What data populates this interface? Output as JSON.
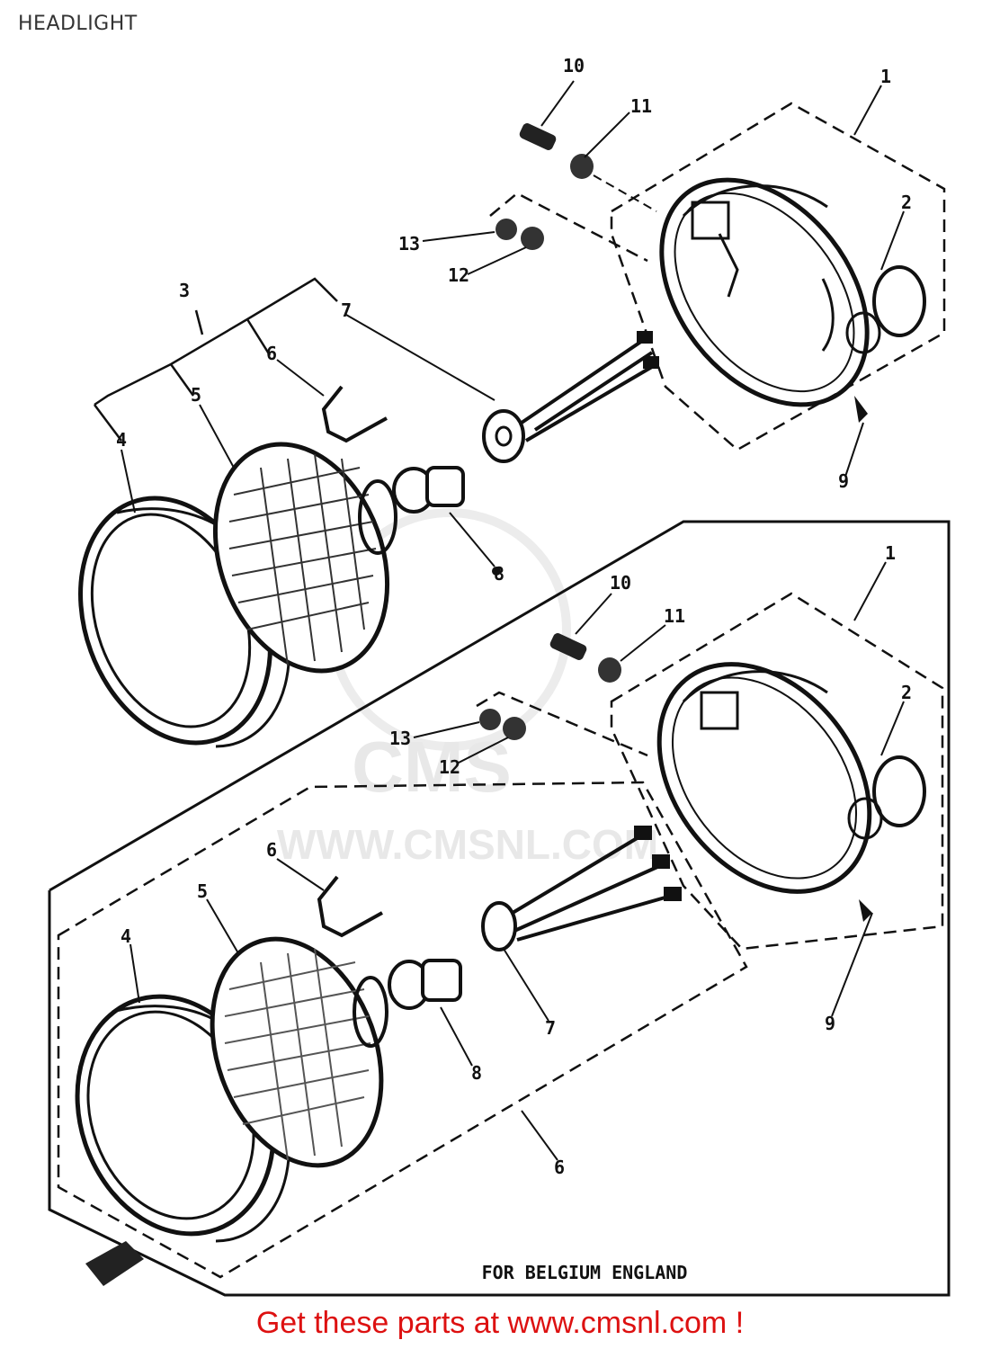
{
  "page": {
    "title": "HEADLIGHT",
    "footer": "Get these parts at www.cmsnl.com !"
  },
  "diagram": {
    "watermark": "WWW.CMSNL.COM",
    "watermark_logo": "CMS",
    "note": "FOR BELGIUM  ENGLAND",
    "upper_callouts": {
      "c1": "1",
      "c2": "2",
      "c3": "3",
      "c4": "4",
      "c5": "5",
      "c6": "6",
      "c7": "7",
      "c8": "8",
      "c9": "9",
      "c10": "10",
      "c11": "11",
      "c12": "12",
      "c13": "13"
    },
    "lower_callouts": {
      "c1": "1",
      "c2": "2",
      "c4": "4",
      "c5": "5",
      "c6": "6",
      "c7": "7",
      "c8": "8",
      "c9": "9",
      "c10": "10",
      "c11": "11",
      "c12": "12",
      "c13": "13",
      "c14": "6"
    }
  }
}
